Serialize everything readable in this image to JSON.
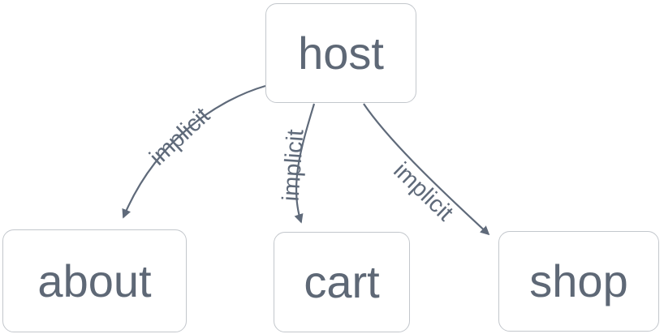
{
  "diagram": {
    "type": "flowchart",
    "direction": "top-down",
    "colors": {
      "background": "#ffffff",
      "node_fill": "#ffffff",
      "node_border": "#c3c7cc",
      "node_text": "#5e6876",
      "edge": "#5f6a7a"
    },
    "nodes": [
      {
        "id": "host",
        "label": "host"
      },
      {
        "id": "about",
        "label": "about"
      },
      {
        "id": "cart",
        "label": "cart"
      },
      {
        "id": "shop",
        "label": "shop"
      }
    ],
    "edges": [
      {
        "from": "host",
        "to": "about",
        "label": "implicit",
        "style": "curved-arrow"
      },
      {
        "from": "host",
        "to": "cart",
        "label": "implicit",
        "style": "curved-arrow"
      },
      {
        "from": "host",
        "to": "shop",
        "label": "implicit",
        "style": "curved-arrow"
      }
    ]
  }
}
